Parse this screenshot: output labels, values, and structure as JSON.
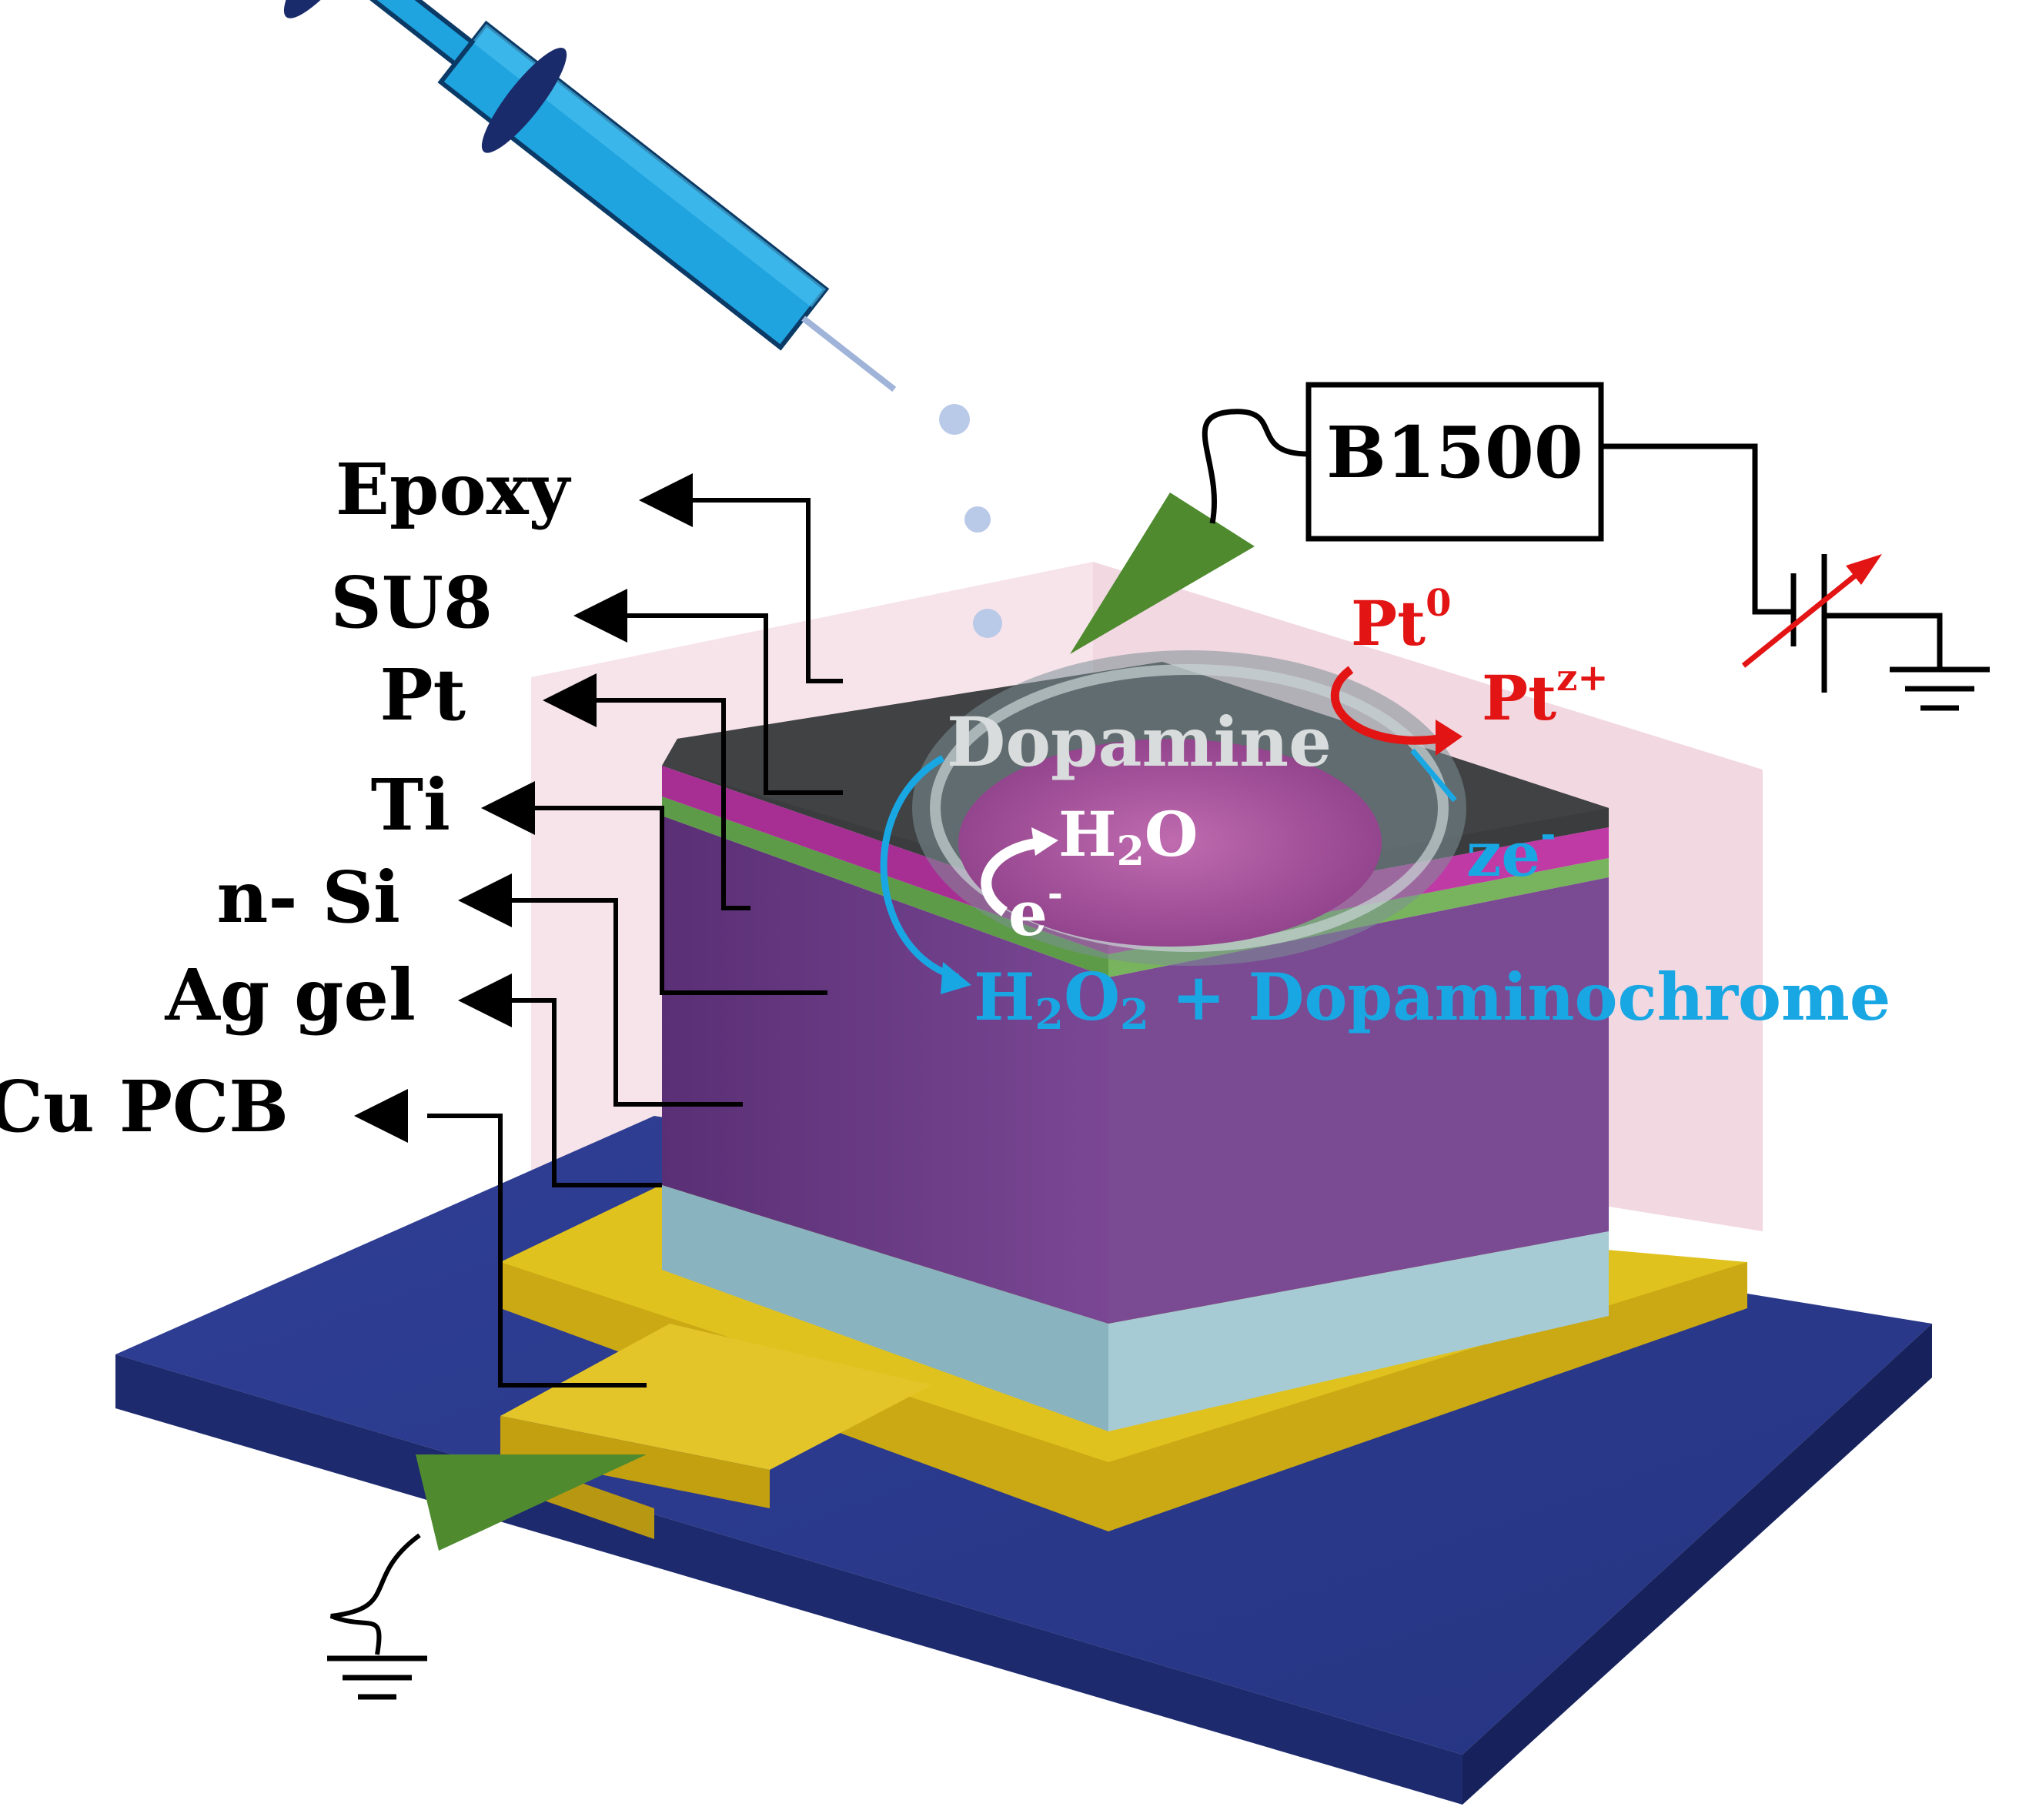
{
  "layers": {
    "epoxy": "Epoxy",
    "su8": "SU8",
    "pt": "Pt",
    "ti": "Ti",
    "nsi": "n- Si",
    "ag_gel": "Ag gel",
    "cu_pcb": "Cu PCB"
  },
  "instrument": {
    "name": "B1500"
  },
  "reaction": {
    "dopamine": "Dopamine",
    "water_h": "H",
    "water_sub": "2",
    "water_o": "O",
    "electron": "e",
    "electron_sup": "-",
    "product_h": "H",
    "product_sub1": "2",
    "product_o": "O",
    "product_sub2": "2",
    "product_rest": " + Dopaminochrome",
    "pt0": "Pt",
    "pt0_sup": "0",
    "ptz": "Pt",
    "ptz_sup": "z+",
    "ze": "ze",
    "ze_sup": "-"
  },
  "colors": {
    "substrate": "#2b3a8f",
    "gold": "#d9b81c",
    "ag_gel": "#8fb8c4",
    "silicon": "#6b3a85",
    "titanium": "#6aa84f",
    "platinum": "#b2339e",
    "su8": "#3a3c3e",
    "epoxy_shell": "#f3d9e1",
    "probe": "#4f8a2f",
    "syringe": "#1fa4e0",
    "oxidation": "#e31414",
    "reduction": "#19a7e4"
  },
  "icons": [
    "syringe-icon",
    "probe-tip-icon",
    "ground-icon",
    "variable-voltage-source-icon",
    "arrow-left-icon",
    "cycle-arrow-icon"
  ]
}
